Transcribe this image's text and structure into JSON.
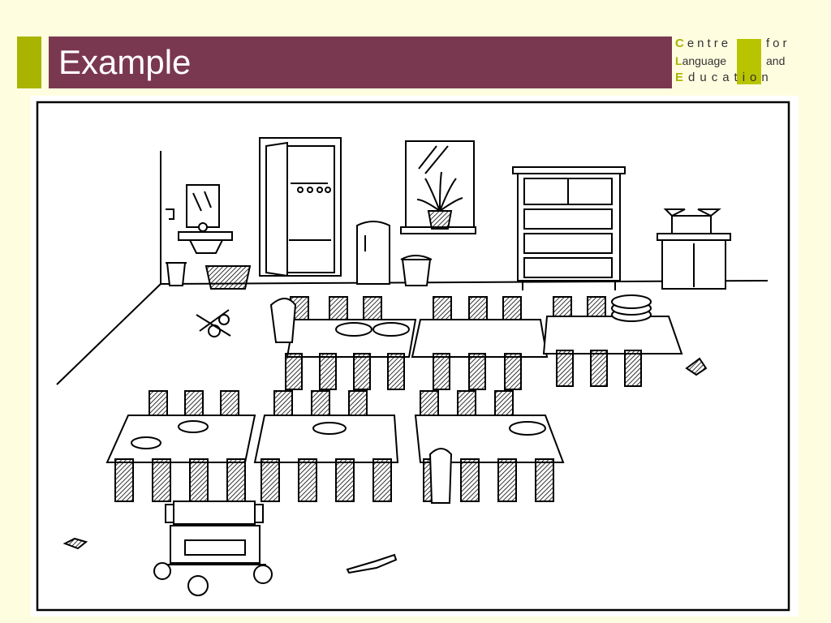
{
  "slide": {
    "title": "Example"
  },
  "logo": {
    "line1_initial": "C",
    "line1_rest": "entre",
    "line1_tail": "for",
    "line2_initial": "L",
    "line2_rest": "anguage",
    "line2_tail": "and",
    "line3_initial": "E",
    "line3_rest": "ducation"
  },
  "colors": {
    "title_bar": "#7a3850",
    "accent": "#a8b400",
    "page_background": "#fffde0"
  },
  "illustration": {
    "subject": "messy-dining-room-line-drawing"
  }
}
